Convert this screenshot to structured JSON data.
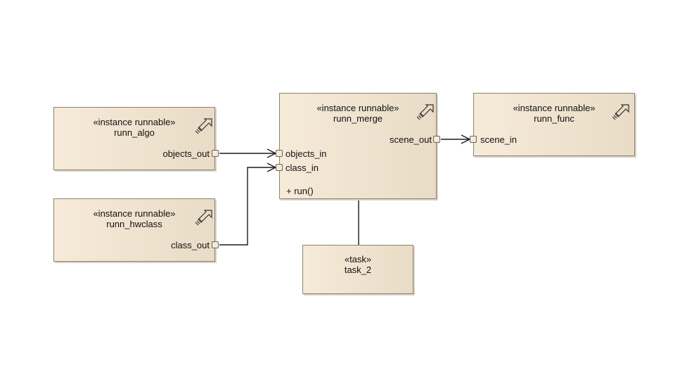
{
  "nodes": {
    "runn_algo": {
      "stereotype": "«instance runnable»",
      "name": "runn_algo"
    },
    "runn_hwclass": {
      "stereotype": "«instance runnable»",
      "name": "runn_hwclass"
    },
    "runn_merge": {
      "stereotype": "«instance runnable»",
      "name": "runn_merge",
      "operation": "+ run()"
    },
    "runn_func": {
      "stereotype": "«instance runnable»",
      "name": "runn_func"
    },
    "task_2": {
      "stereotype": "«task»",
      "name": "task_2"
    }
  },
  "ports": {
    "objects_out": "objects_out",
    "class_out": "class_out",
    "objects_in": "objects_in",
    "class_in": "class_in",
    "scene_out": "scene_out",
    "scene_in": "scene_in"
  },
  "colors": {
    "node_fill_start": "#f6ead9",
    "node_fill_end": "#e9dcc6",
    "node_border": "#8c8272",
    "connector": "#1a1a1a"
  }
}
